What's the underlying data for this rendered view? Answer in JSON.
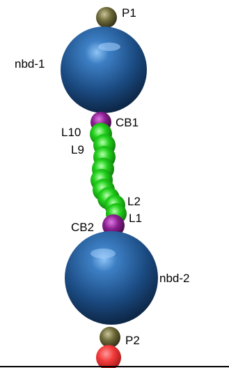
{
  "labels": {
    "p1": "P1",
    "nbd1": "nbd-1",
    "cb1": "CB1",
    "l10": "L10",
    "l9": "L9",
    "l2": "L2",
    "l1": "L1",
    "cb2": "CB2",
    "nbd2": "nbd-2",
    "p2": "P2"
  },
  "colors": {
    "domain_sphere": "#1f4f86",
    "domain_highlight": "#5fa0e6",
    "cap_bead": "#6d6a3a",
    "cb_bead": "#8a1f8f",
    "linker_bead": "#22d11c",
    "anchor_bead": "#f23a3a",
    "ground_line": "#000000"
  },
  "linker_bead_count": 10
}
